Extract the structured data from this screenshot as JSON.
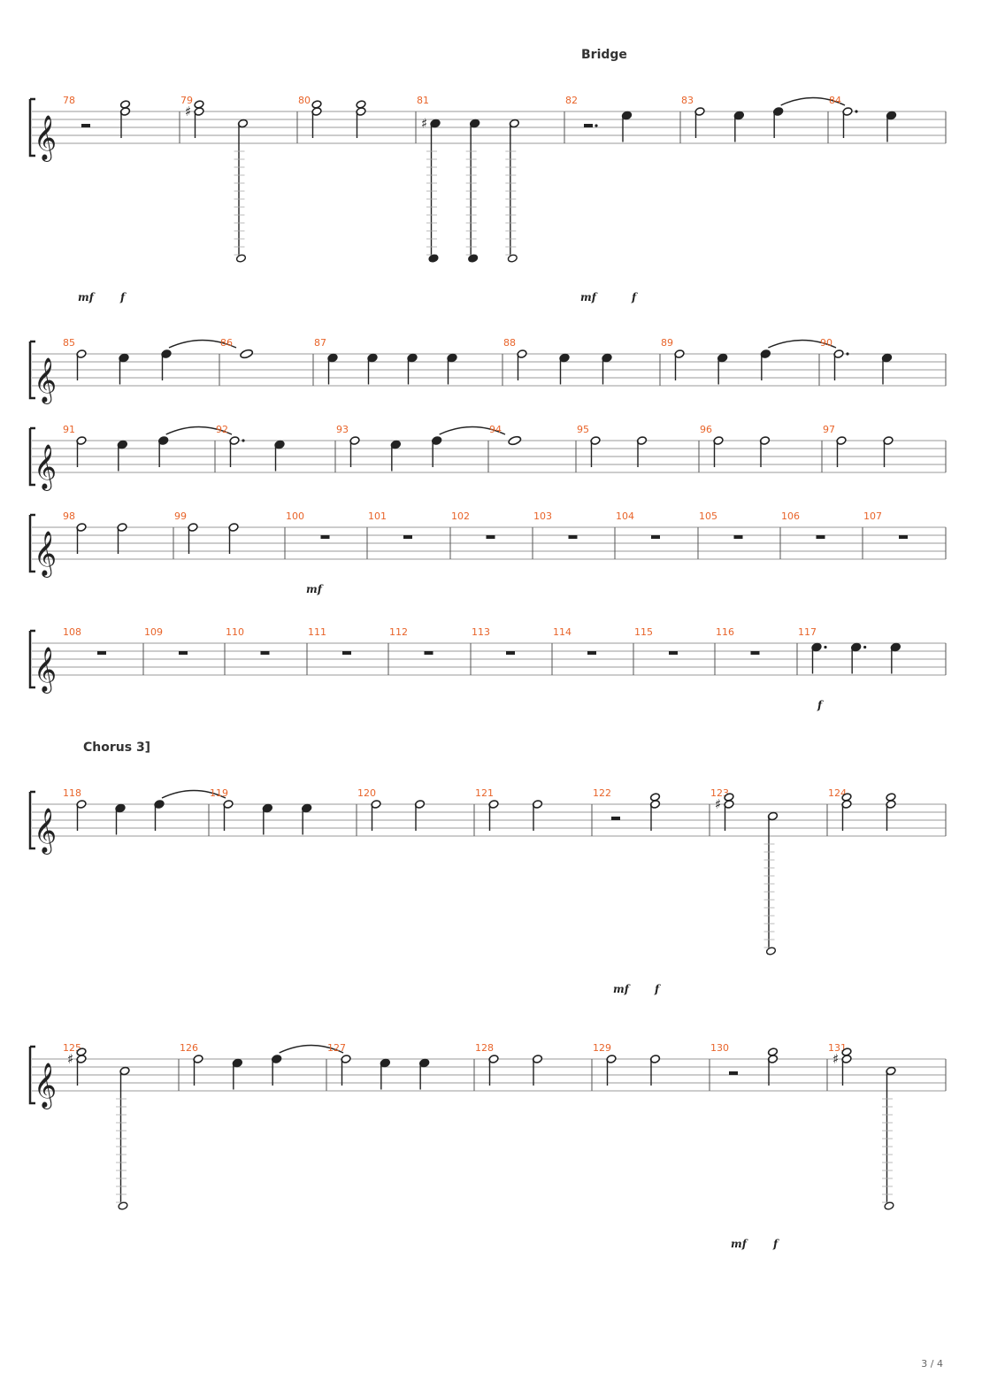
{
  "sections": [
    {
      "label": "Bridge"
    },
    {
      "label": "Chorus 3]"
    }
  ],
  "page_number": "3 / 4",
  "clef_glyph": "𝄞",
  "systems": [
    {
      "measures": [
        {
          "number": "78",
          "notes": [
            "rest-half",
            "chord-half"
          ]
        },
        {
          "number": "79",
          "notes": [
            "sharp-chord-half",
            "half-low"
          ]
        },
        {
          "number": "80",
          "notes": [
            "chord-half",
            "chord-half"
          ]
        },
        {
          "number": "81",
          "notes": [
            "sharp-quarter-low",
            "quarter-low",
            "half-low"
          ]
        },
        {
          "number": "82",
          "notes": [
            "rest-dotted-half",
            "quarter"
          ]
        },
        {
          "number": "83",
          "notes": [
            "half",
            "quarter",
            "quarter-tied"
          ]
        },
        {
          "number": "84",
          "notes": [
            "dotted-half",
            "quarter"
          ]
        }
      ],
      "dynamics": [
        "mf",
        "f",
        "mf",
        "f"
      ]
    },
    {
      "measures": [
        {
          "number": "85",
          "notes": [
            "half",
            "quarter",
            "quarter-tied"
          ]
        },
        {
          "number": "86",
          "notes": [
            "whole"
          ]
        },
        {
          "number": "87",
          "notes": [
            "quarter",
            "quarter",
            "quarter",
            "quarter"
          ]
        },
        {
          "number": "88",
          "notes": [
            "half",
            "quarter",
            "quarter"
          ]
        },
        {
          "number": "89",
          "notes": [
            "half",
            "quarter",
            "quarter-tied"
          ]
        },
        {
          "number": "90",
          "notes": [
            "dotted-half",
            "quarter"
          ]
        }
      ],
      "dynamics": []
    },
    {
      "measures": [
        {
          "number": "91",
          "notes": [
            "half",
            "quarter",
            "quarter-tied"
          ]
        },
        {
          "number": "92",
          "notes": [
            "dotted-half",
            "quarter"
          ]
        },
        {
          "number": "93",
          "notes": [
            "half",
            "quarter",
            "quarter-tied"
          ]
        },
        {
          "number": "94",
          "notes": [
            "whole"
          ]
        },
        {
          "number": "95",
          "notes": [
            "half",
            "half"
          ]
        },
        {
          "number": "96",
          "notes": [
            "half",
            "half"
          ]
        },
        {
          "number": "97",
          "notes": [
            "half",
            "half"
          ]
        }
      ],
      "dynamics": []
    },
    {
      "measures": [
        {
          "number": "98",
          "notes": [
            "half",
            "half"
          ]
        },
        {
          "number": "99",
          "notes": [
            "half",
            "half"
          ]
        },
        {
          "number": "100",
          "notes": [
            "rest-whole"
          ]
        },
        {
          "number": "101",
          "notes": [
            "rest-whole"
          ]
        },
        {
          "number": "102",
          "notes": [
            "rest-whole"
          ]
        },
        {
          "number": "103",
          "notes": [
            "rest-whole"
          ]
        },
        {
          "number": "104",
          "notes": [
            "rest-whole"
          ]
        },
        {
          "number": "105",
          "notes": [
            "rest-whole"
          ]
        },
        {
          "number": "106",
          "notes": [
            "rest-whole"
          ]
        },
        {
          "number": "107",
          "notes": [
            "rest-whole"
          ]
        }
      ],
      "dynamics": [
        "mf"
      ]
    },
    {
      "measures": [
        {
          "number": "108",
          "notes": [
            "rest-whole"
          ]
        },
        {
          "number": "109",
          "notes": [
            "rest-whole"
          ]
        },
        {
          "number": "110",
          "notes": [
            "rest-whole"
          ]
        },
        {
          "number": "111",
          "notes": [
            "rest-whole"
          ]
        },
        {
          "number": "112",
          "notes": [
            "rest-whole"
          ]
        },
        {
          "number": "113",
          "notes": [
            "rest-whole"
          ]
        },
        {
          "number": "114",
          "notes": [
            "rest-whole"
          ]
        },
        {
          "number": "115",
          "notes": [
            "rest-whole"
          ]
        },
        {
          "number": "116",
          "notes": [
            "rest-whole"
          ]
        },
        {
          "number": "117",
          "notes": [
            "dotted-quarter",
            "dotted-quarter",
            "quarter"
          ]
        }
      ],
      "dynamics": [
        "f"
      ]
    },
    {
      "measures": [
        {
          "number": "118",
          "notes": [
            "half",
            "quarter",
            "quarter-tied"
          ]
        },
        {
          "number": "119",
          "notes": [
            "half",
            "quarter",
            "quarter"
          ]
        },
        {
          "number": "120",
          "notes": [
            "half",
            "half"
          ]
        },
        {
          "number": "121",
          "notes": [
            "half",
            "half"
          ]
        },
        {
          "number": "122",
          "notes": [
            "rest-half",
            "chord-half"
          ]
        },
        {
          "number": "123",
          "notes": [
            "sharp-chord-half",
            "half-low"
          ]
        },
        {
          "number": "124",
          "notes": [
            "chord-half",
            "chord-half"
          ]
        }
      ],
      "dynamics": [
        "mf",
        "f"
      ]
    },
    {
      "measures": [
        {
          "number": "125",
          "notes": [
            "sharp-chord-half",
            "half-low"
          ]
        },
        {
          "number": "126",
          "notes": [
            "half",
            "quarter",
            "quarter-tied"
          ]
        },
        {
          "number": "127",
          "notes": [
            "half",
            "quarter",
            "quarter"
          ]
        },
        {
          "number": "128",
          "notes": [
            "half",
            "half"
          ]
        },
        {
          "number": "129",
          "notes": [
            "half",
            "half"
          ]
        },
        {
          "number": "130",
          "notes": [
            "rest-half",
            "chord-half"
          ]
        },
        {
          "number": "131",
          "notes": [
            "sharp-chord-half",
            "half-low"
          ]
        }
      ],
      "dynamics": [
        "mf",
        "f"
      ]
    }
  ]
}
